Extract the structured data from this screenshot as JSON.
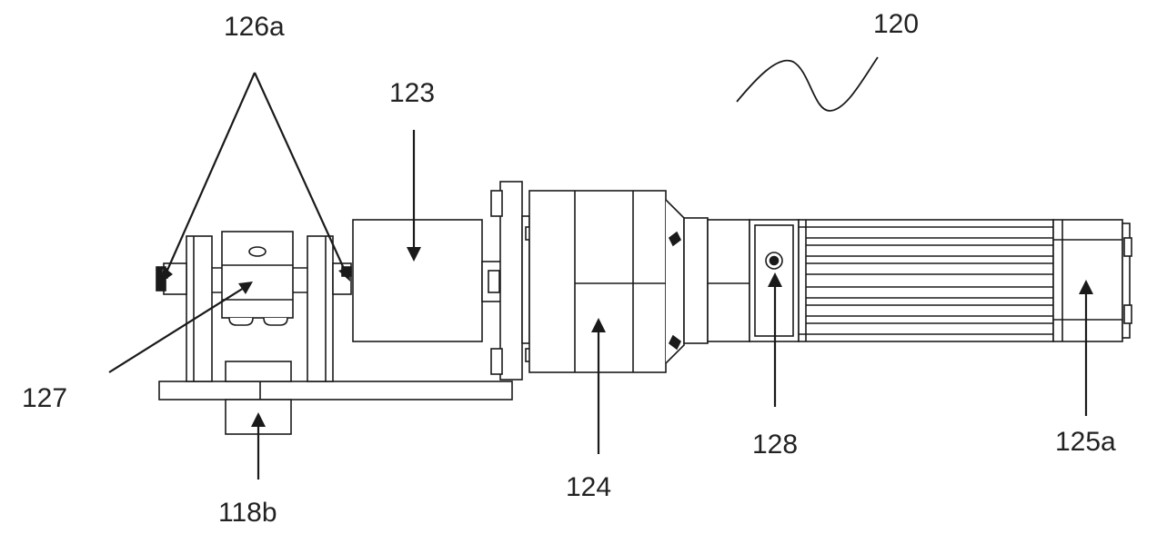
{
  "figure": {
    "labels": {
      "assembly": "120",
      "pivots": "126a",
      "housing": "123",
      "clamp": "127",
      "base": "118b",
      "gearbox": "124",
      "screw": "128",
      "motor": "125a"
    },
    "colors": {
      "line": "#1a1a1a",
      "background": "#ffffff",
      "label": "#222222"
    }
  }
}
